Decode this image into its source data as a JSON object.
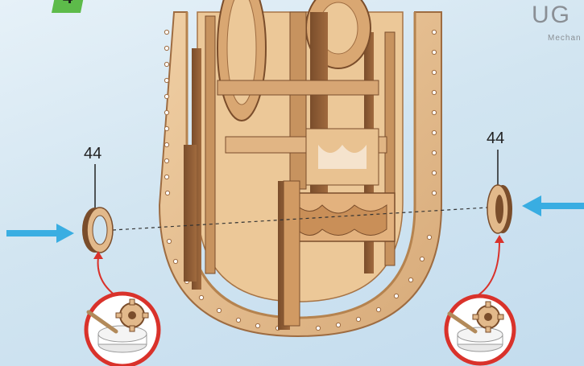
{
  "step": {
    "number": "4"
  },
  "brand": {
    "logo_text": "UG",
    "subtitle": "Mechan"
  },
  "parts": {
    "left_label": "44",
    "right_label": "44"
  },
  "icons": {
    "arrow_left": "blue-arrow-right-icon",
    "arrow_right": "blue-arrow-left-icon",
    "glue_left": "glue-application-icon",
    "glue_right": "glue-application-icon"
  },
  "colors": {
    "badge": "#5dbb4a",
    "arrow": "#29a7e0",
    "indicator": "#d9322b",
    "wood": "#e2b98b",
    "wood_dark": "#8a5a34"
  }
}
